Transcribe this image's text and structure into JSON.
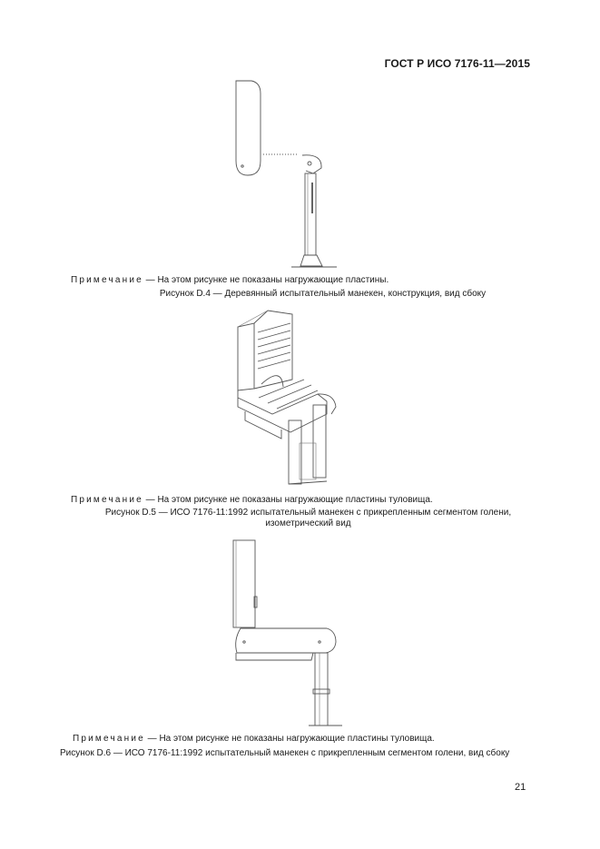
{
  "header": {
    "standard_code": "ГОСТ Р ИСО 7176-11—2015"
  },
  "figures": [
    {
      "id": "D.4",
      "note_label": "Примечание",
      "note_text": " — На этом рисунке не показаны нагружающие пластины.",
      "caption": "Рисунок D.4 — Деревянный испытательный манекен, конструкция, вид сбоку",
      "image": "wooden-test-dummy-side-view-drawing"
    },
    {
      "id": "D.5",
      "note_label": "Примечание",
      "note_text": " — На этом рисунке не показаны нагружающие пластины туловища.",
      "caption_line1": "Рисунок D.5 — ИСО 7176-11:1992 испытательный манекен с прикрепленным сегментом голени,",
      "caption_line2": "изометрический вид",
      "image": "iso-test-dummy-isometric-drawing"
    },
    {
      "id": "D.6",
      "note_label": "Примечание",
      "note_text": " — На этом рисунке не показаны нагружающие пластины туловища.",
      "caption": "Рисунок D.6 — ИСО 7176-11:1992 испытательный манекен с прикрепленным сегментом голени, вид сбоку",
      "image": "iso-test-dummy-side-view-drawing"
    }
  ],
  "footer": {
    "page_number": "21"
  }
}
